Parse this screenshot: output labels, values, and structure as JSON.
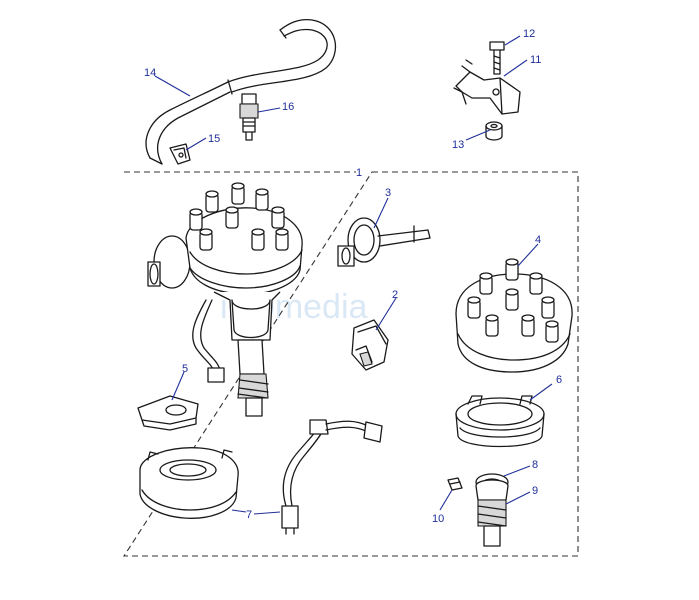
{
  "diagram": {
    "callouts": [
      {
        "id": "c1",
        "label": "1"
      },
      {
        "id": "c2",
        "label": "2"
      },
      {
        "id": "c3",
        "label": "3"
      },
      {
        "id": "c4",
        "label": "4"
      },
      {
        "id": "c5",
        "label": "5"
      },
      {
        "id": "c6",
        "label": "6"
      },
      {
        "id": "c7",
        "label": "7"
      },
      {
        "id": "c8",
        "label": "8"
      },
      {
        "id": "c9",
        "label": "9"
      },
      {
        "id": "c10",
        "label": "10"
      },
      {
        "id": "c11",
        "label": "11"
      },
      {
        "id": "c12",
        "label": "12"
      },
      {
        "id": "c13",
        "label": "13"
      },
      {
        "id": "c14",
        "label": "14"
      },
      {
        "id": "c15",
        "label": "15"
      },
      {
        "id": "c16",
        "label": "16"
      }
    ],
    "watermark": "infomedia",
    "colors": {
      "callout": "#1f2f9a",
      "line": "#1a1a1a",
      "watermark": "#bcd6ef"
    }
  }
}
